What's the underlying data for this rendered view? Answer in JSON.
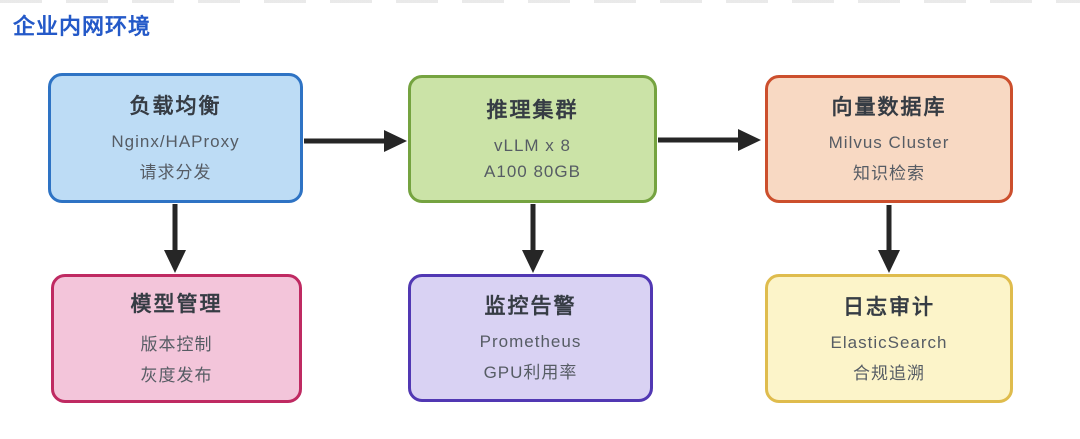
{
  "page_title": "企业内网环境",
  "title_color": "#2459c8",
  "nodes": [
    {
      "id": "load-balancer",
      "title": "负载均衡",
      "line1": "Nginx/HAProxy",
      "line2": "请求分发",
      "fill": "#bddcf5",
      "border": "#2e73c4"
    },
    {
      "id": "inference-cluster",
      "title": "推理集群",
      "line1": "vLLM x 8",
      "line2": "A100 80GB",
      "fill": "#cbe3a7",
      "border": "#75a340"
    },
    {
      "id": "vector-database",
      "title": "向量数据库",
      "line1": "Milvus Cluster",
      "line2": "知识检索",
      "fill": "#f8d9c3",
      "border": "#cc4f2d"
    },
    {
      "id": "model-management",
      "title": "模型管理",
      "line1": "版本控制",
      "line2": "灰度发布",
      "fill": "#f3c5da",
      "border": "#bf2a62"
    },
    {
      "id": "monitoring-alert",
      "title": "监控告警",
      "line1": "Prometheus",
      "line2": "GPU利用率",
      "fill": "#d9d2f3",
      "border": "#5138b3"
    },
    {
      "id": "log-audit",
      "title": "日志审计",
      "line1": "ElasticSearch",
      "line2": "合规追溯",
      "fill": "#fcf4c9",
      "border": "#dfbc4d"
    }
  ],
  "edges": [
    {
      "from": "load-balancer",
      "to": "inference-cluster",
      "direction": "right"
    },
    {
      "from": "inference-cluster",
      "to": "vector-database",
      "direction": "right"
    },
    {
      "from": "load-balancer",
      "to": "model-management",
      "direction": "down"
    },
    {
      "from": "inference-cluster",
      "to": "monitoring-alert",
      "direction": "down"
    },
    {
      "from": "vector-database",
      "to": "log-audit",
      "direction": "down"
    }
  ],
  "arrow_color": "#262626"
}
